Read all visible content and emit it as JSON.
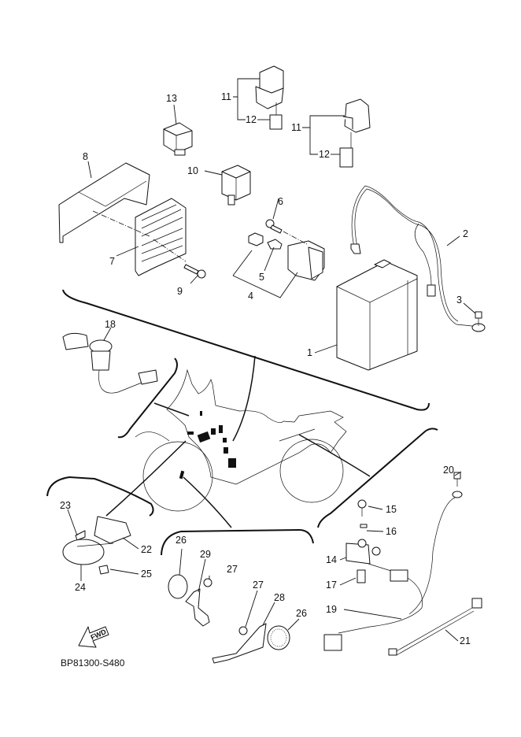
{
  "diagram": {
    "title": "Electrical parts exploded view",
    "code": "BP81300-S480",
    "fwd_label": "FWD",
    "callouts": [
      {
        "id": "c1",
        "text": "1",
        "part": "battery"
      },
      {
        "id": "c2",
        "text": "2",
        "part": "wire-harness-lead"
      },
      {
        "id": "c3",
        "text": "3",
        "part": "bolt"
      },
      {
        "id": "c4",
        "text": "4",
        "part": "starter-relay-assembly"
      },
      {
        "id": "c5",
        "text": "5",
        "part": "fuse"
      },
      {
        "id": "c6",
        "text": "6",
        "part": "bolt"
      },
      {
        "id": "c7",
        "text": "7",
        "part": "rectifier-regulator"
      },
      {
        "id": "c8",
        "text": "8",
        "part": "cover"
      },
      {
        "id": "c9",
        "text": "9",
        "part": "bolt"
      },
      {
        "id": "c10",
        "text": "10",
        "part": "relay"
      },
      {
        "id": "c11a",
        "text": "11",
        "part": "relay-assembly"
      },
      {
        "id": "c12a",
        "text": "12",
        "part": "coupler"
      },
      {
        "id": "c11b",
        "text": "11",
        "part": "relay-assembly"
      },
      {
        "id": "c12b",
        "text": "12",
        "part": "coupler"
      },
      {
        "id": "c13",
        "text": "13",
        "part": "relay"
      },
      {
        "id": "c14",
        "text": "14",
        "part": "sensor"
      },
      {
        "id": "c15",
        "text": "15",
        "part": "screw"
      },
      {
        "id": "c16",
        "text": "16",
        "part": "washer"
      },
      {
        "id": "c17",
        "text": "17",
        "part": "nut"
      },
      {
        "id": "c18",
        "text": "18",
        "part": "power-socket"
      },
      {
        "id": "c19",
        "text": "19",
        "part": "lead-wire"
      },
      {
        "id": "c20",
        "text": "20",
        "part": "bolt"
      },
      {
        "id": "c21",
        "text": "21",
        "part": "lead-wire"
      },
      {
        "id": "c22",
        "text": "22",
        "part": "bracket"
      },
      {
        "id": "c23",
        "text": "23",
        "part": "bolt"
      },
      {
        "id": "c24",
        "text": "24",
        "part": "horn"
      },
      {
        "id": "c25",
        "text": "25",
        "part": "nut"
      },
      {
        "id": "c26a",
        "text": "26",
        "part": "reflector"
      },
      {
        "id": "c27a",
        "text": "27",
        "part": "nut"
      },
      {
        "id": "c29",
        "text": "29",
        "part": "bracket"
      },
      {
        "id": "c27b",
        "text": "27",
        "part": "nut"
      },
      {
        "id": "c28",
        "text": "28",
        "part": "bracket"
      },
      {
        "id": "c26b",
        "text": "26",
        "part": "reflector"
      }
    ]
  }
}
